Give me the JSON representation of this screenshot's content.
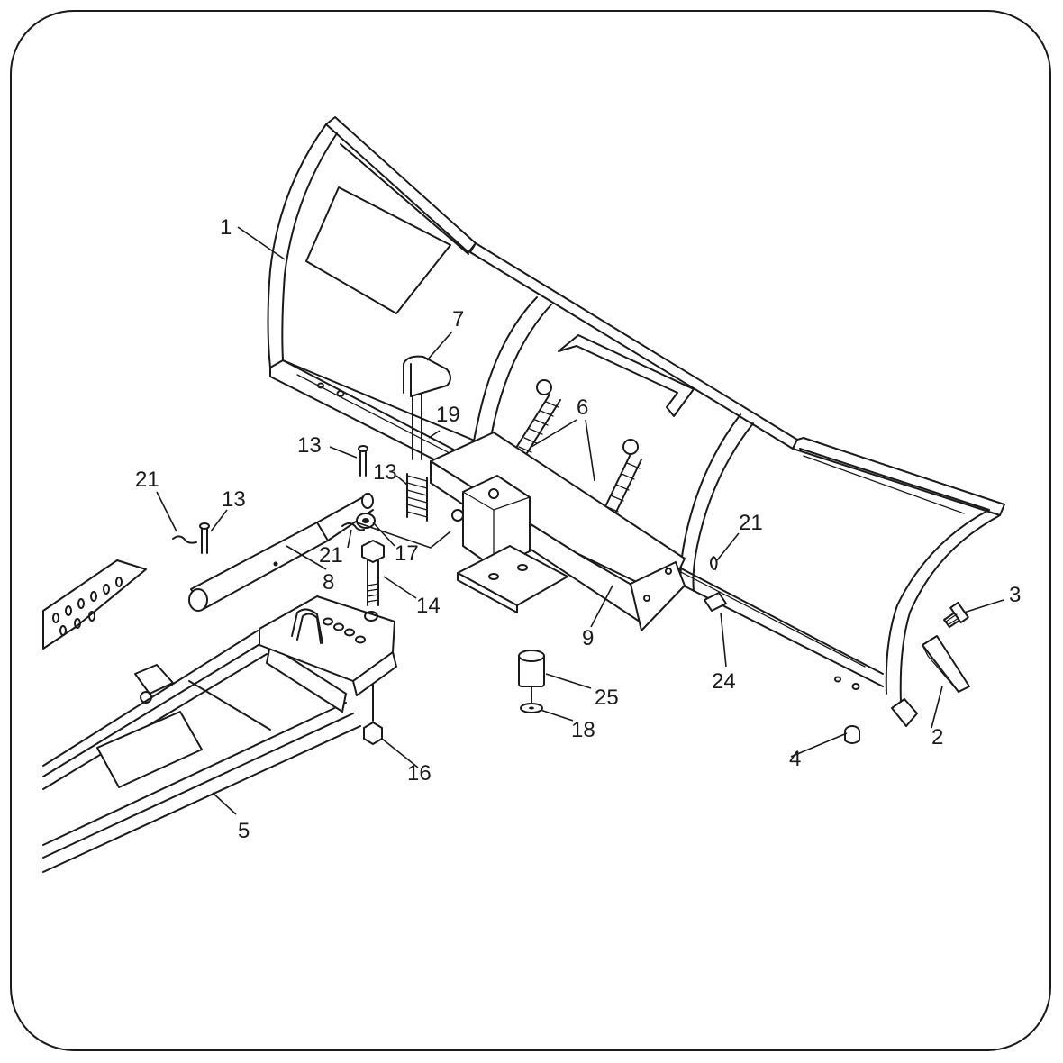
{
  "callouts": [
    {
      "id": "c1",
      "label": "1"
    },
    {
      "id": "c2",
      "label": "2"
    },
    {
      "id": "c3",
      "label": "3"
    },
    {
      "id": "c4",
      "label": "4"
    },
    {
      "id": "c5",
      "label": "5"
    },
    {
      "id": "c6",
      "label": "6"
    },
    {
      "id": "c7",
      "label": "7"
    },
    {
      "id": "c8",
      "label": "8"
    },
    {
      "id": "c9",
      "label": "9"
    },
    {
      "id": "c13a",
      "label": "13"
    },
    {
      "id": "c13b",
      "label": "13"
    },
    {
      "id": "c13c",
      "label": "13"
    },
    {
      "id": "c14",
      "label": "14"
    },
    {
      "id": "c16",
      "label": "16"
    },
    {
      "id": "c17",
      "label": "17"
    },
    {
      "id": "c18",
      "label": "18"
    },
    {
      "id": "c19",
      "label": "19"
    },
    {
      "id": "c21a",
      "label": "21"
    },
    {
      "id": "c21b",
      "label": "21"
    },
    {
      "id": "c21c",
      "label": "21"
    },
    {
      "id": "c24",
      "label": "24"
    },
    {
      "id": "c25",
      "label": "25"
    }
  ]
}
